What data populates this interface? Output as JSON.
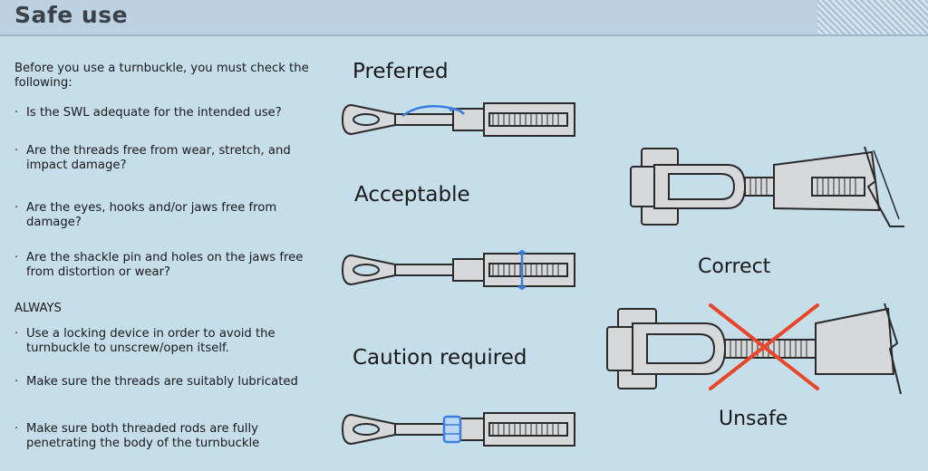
{
  "header": {
    "title": "Safe use"
  },
  "intro": {
    "text": "Before you use a turnbuckle, you must check the following:"
  },
  "checks": [
    "Is the SWL adequate for the intended use?",
    "Are the threads free from wear, stretch, and impact damage?",
    "Are the eyes, hooks and/or jaws free from damage?",
    "Are the shackle pin and holes on the jaws free from distortion or wear?"
  ],
  "always": {
    "heading": "ALWAYS",
    "items": [
      "Use a locking device in order to avoid the turnbuckle to unscrew/open itself.",
      "Make sure the threads are suitably lubricated",
      "Make sure both threaded rods are fully penetrating the body of the turnbuckle"
    ]
  },
  "bullet_symbol": "·",
  "locking_methods": {
    "preferred": "Preferred",
    "acceptable": "Acceptable",
    "caution": "Caution required"
  },
  "installation": {
    "correct": "Correct",
    "unsafe": "Unsafe"
  },
  "colors": {
    "background": "#c6ddea",
    "metal": "#d6d8da",
    "outline": "#2a2a2a",
    "lock_blue": "#3a7ee0",
    "cross_red": "#e8462a"
  }
}
